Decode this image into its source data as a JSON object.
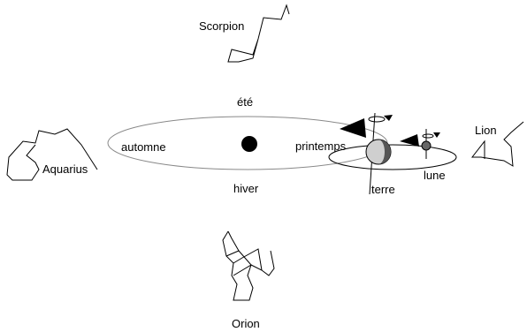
{
  "labels": {
    "scorpion": "Scorpion",
    "summer": "été",
    "autumn": "automne",
    "spring": "printemps",
    "winter": "hiver",
    "aquarius": "Aquarius",
    "lion": "Lion",
    "moon": "lune",
    "earth": "terre",
    "orion": "Orion"
  },
  "colors": {
    "line": "#000000",
    "orbit": "#888888",
    "sun": "#000000",
    "earth_light": "#cfcfcf",
    "earth_dark": "#555555",
    "moon": "#666666"
  }
}
